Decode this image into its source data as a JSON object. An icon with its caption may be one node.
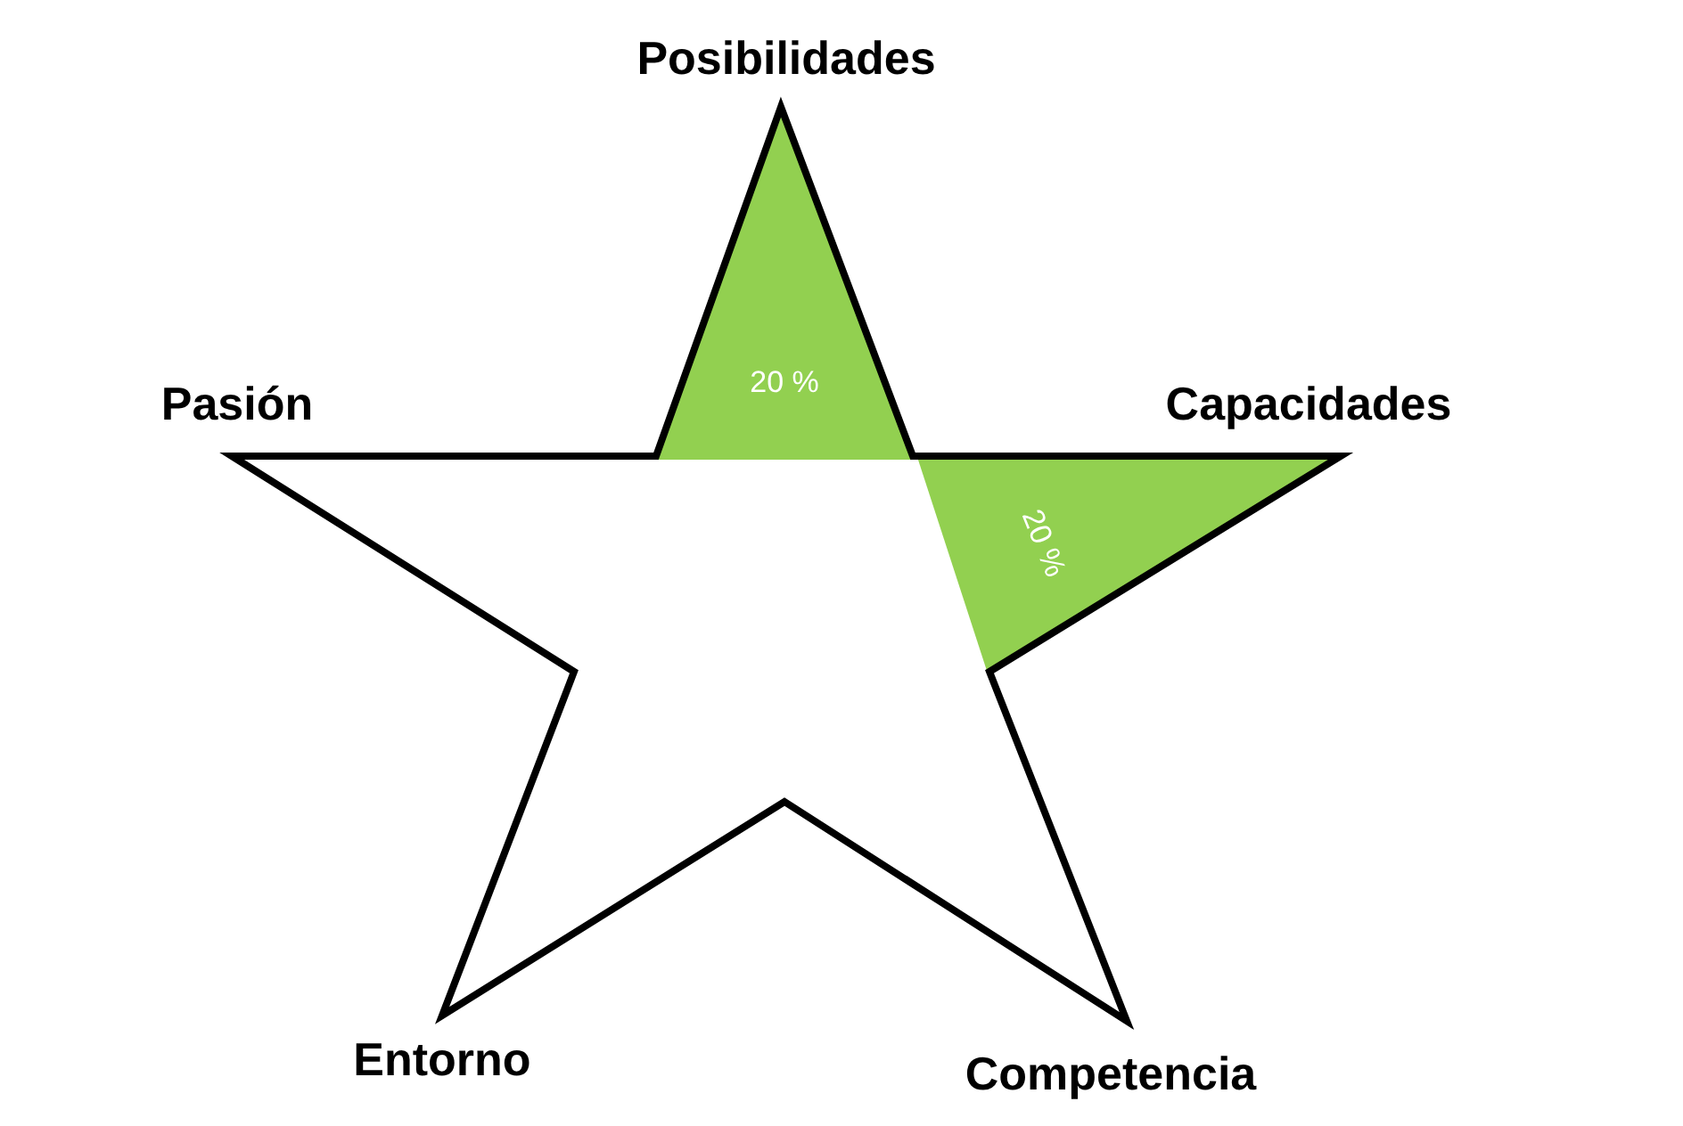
{
  "diagram": {
    "nodes": [
      {
        "text": [
          "20 %"
        ]
      },
      {
        "text": [
          "20 %"
        ]
      }
    ],
    "labels": [
      "Posibilidades",
      "Pasión",
      "Capacidades",
      "Entorno",
      "Competencia"
    ]
  }
}
